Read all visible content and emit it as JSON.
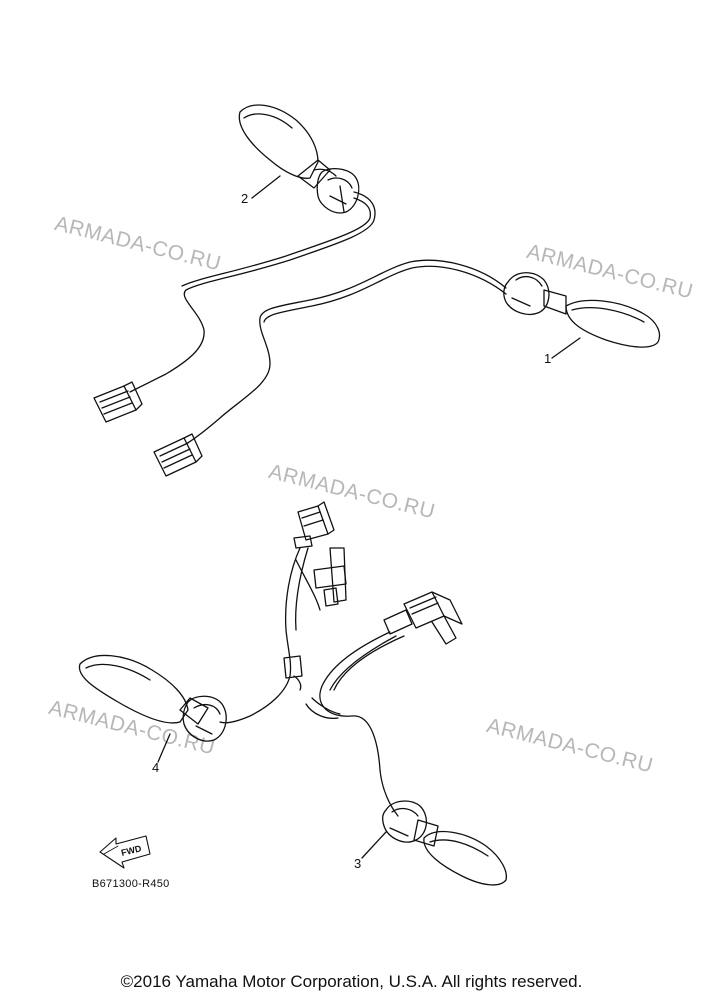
{
  "watermark": "ARMADA-CO.RU",
  "callouts": [
    "1",
    "2",
    "3",
    "4"
  ],
  "fwd_label": "FWD",
  "reference_code": "B671300-R450",
  "copyright": "©2016 Yamaha Motor Corporation, U.S.A. All rights reserved."
}
